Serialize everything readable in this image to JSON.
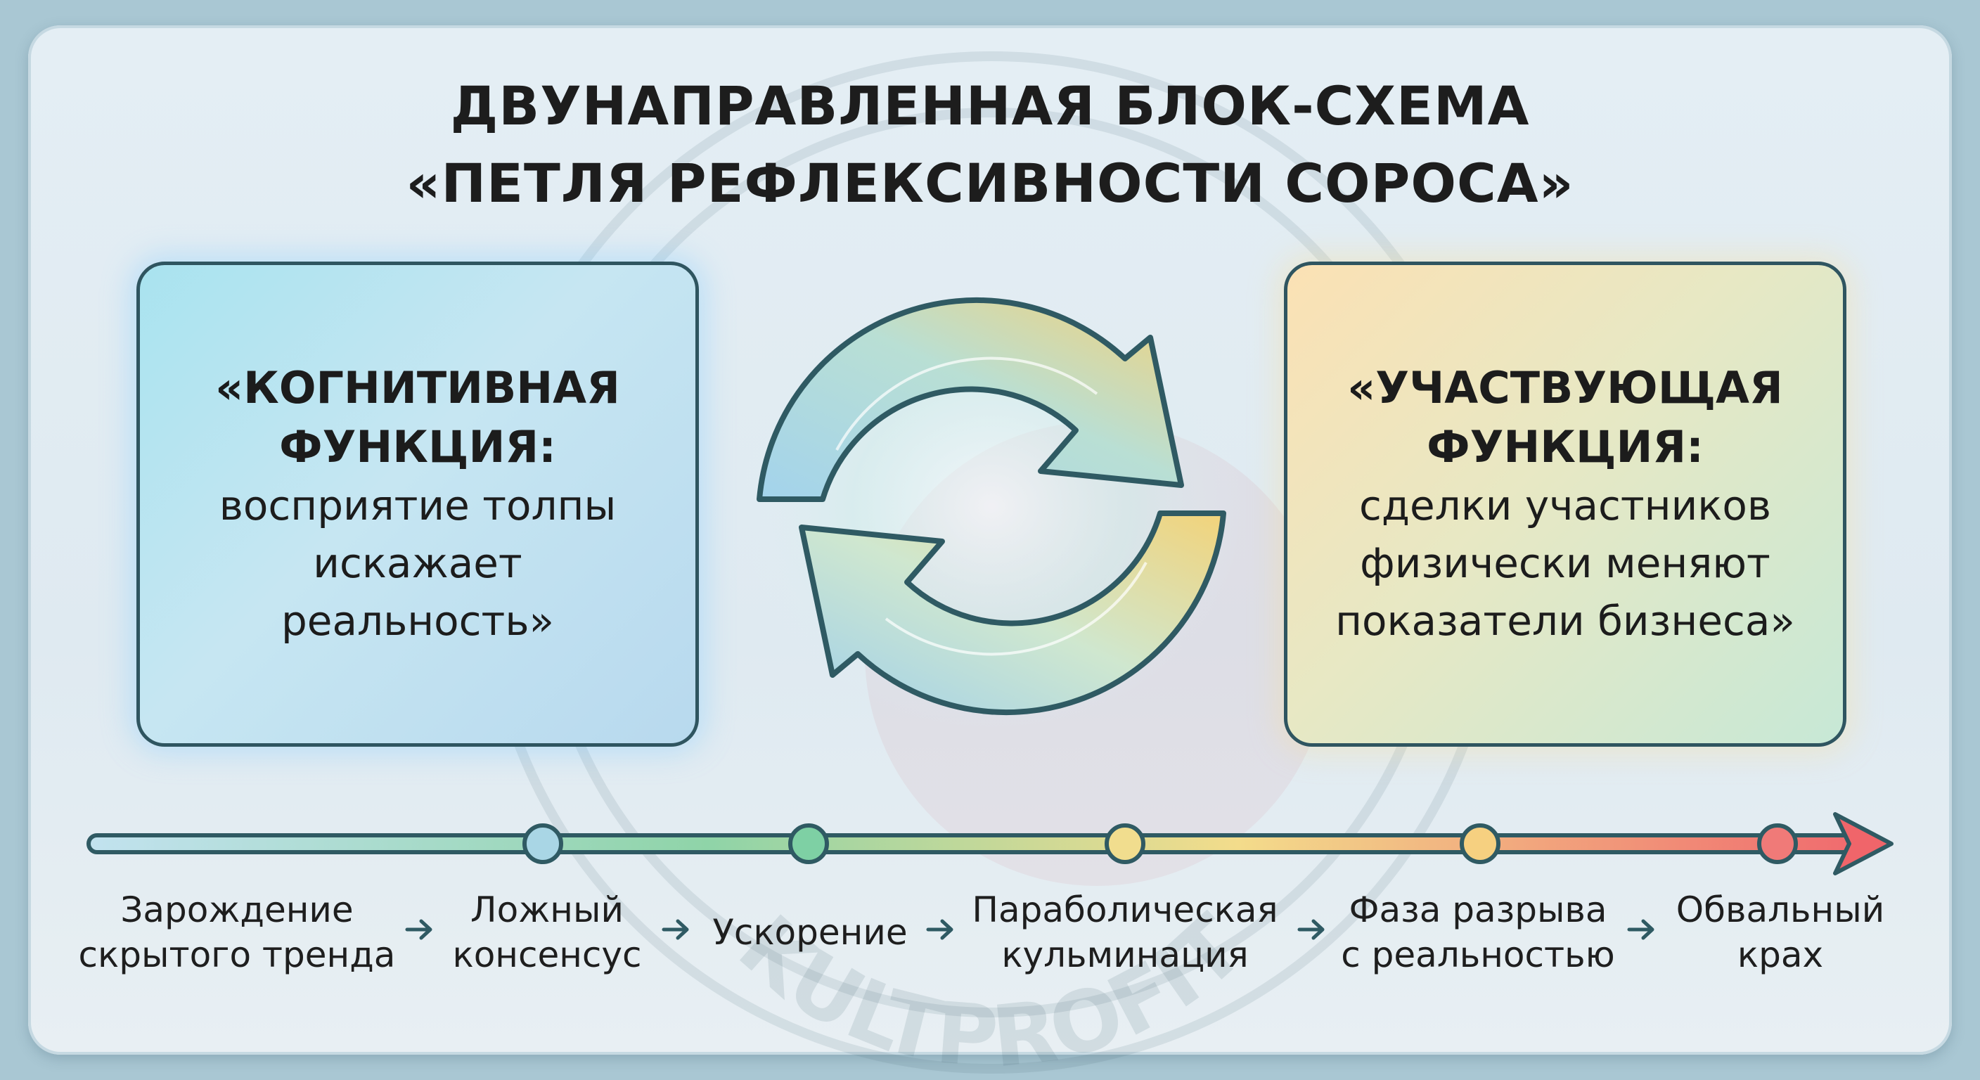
{
  "title": {
    "line1": "ДВУНАПРАВЛЕННАЯ БЛОК-СХЕМА",
    "line2": "«ПЕТЛЯ РЕФЛЕКСИВНОСТИ СОРОСА»"
  },
  "left_box": {
    "head1": "«КОГНИТИВНАЯ",
    "head2": "ФУНКЦИЯ:",
    "body1": "восприятие толпы",
    "body2": "искажает",
    "body3": "реальность»"
  },
  "right_box": {
    "head1": "«УЧАСТВУЮЩАЯ",
    "head2": "ФУНКЦИЯ:",
    "body1": "сделки участников",
    "body2": "физически меняют",
    "body3": "показатели бизнеса»"
  },
  "watermark": "KULTPROFIT",
  "timeline": {
    "steps": [
      {
        "line1": "Зарождение",
        "line2": "скрытого тренда",
        "dot_color": "#a8cfe3"
      },
      {
        "line1": "Ложный",
        "line2": "консенсус",
        "dot_color": "#a9d6e5"
      },
      {
        "line1": "Ускорение",
        "line2": "",
        "dot_color": "#7ed0a4"
      },
      {
        "line1": "Параболическая",
        "line2": "кульминация",
        "dot_color": "#f1dd8e"
      },
      {
        "line1": "Фаза разрыва",
        "line2": "с реальностью",
        "dot_color": "#f6d080"
      },
      {
        "line1": "Обвальный",
        "line2": "крах",
        "dot_color": "#f07a78"
      }
    ],
    "colors": {
      "start": "#bfe0ee",
      "mid": "#8fd4a8",
      "late": "#f3dc8b",
      "end": "#f06a6e",
      "outline": "#2f5a63"
    }
  },
  "cycle_colors": {
    "blue": "#9fd0ea",
    "yellow": "#f2d37a",
    "outline": "#2f5a63"
  }
}
